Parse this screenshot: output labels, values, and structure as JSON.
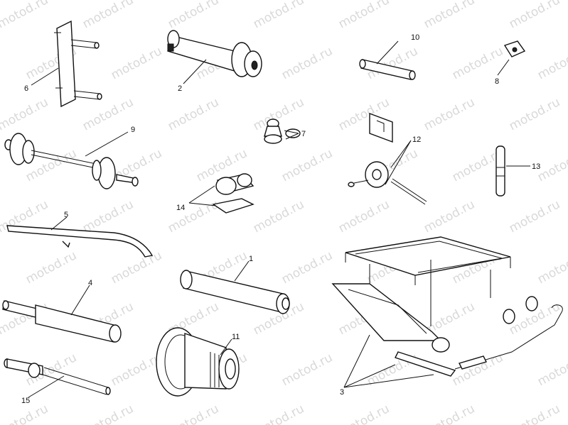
{
  "watermark": "motod.ru",
  "callouts": {
    "c1": "1",
    "c2": "2",
    "c3": "3",
    "c4": "4",
    "c5": "5",
    "c6": "6",
    "c7": "7",
    "c8": "8",
    "c9": "9",
    "c10": "10",
    "c11": "11",
    "c12": "12",
    "c13": "13",
    "c14": "14",
    "c15": "15"
  }
}
